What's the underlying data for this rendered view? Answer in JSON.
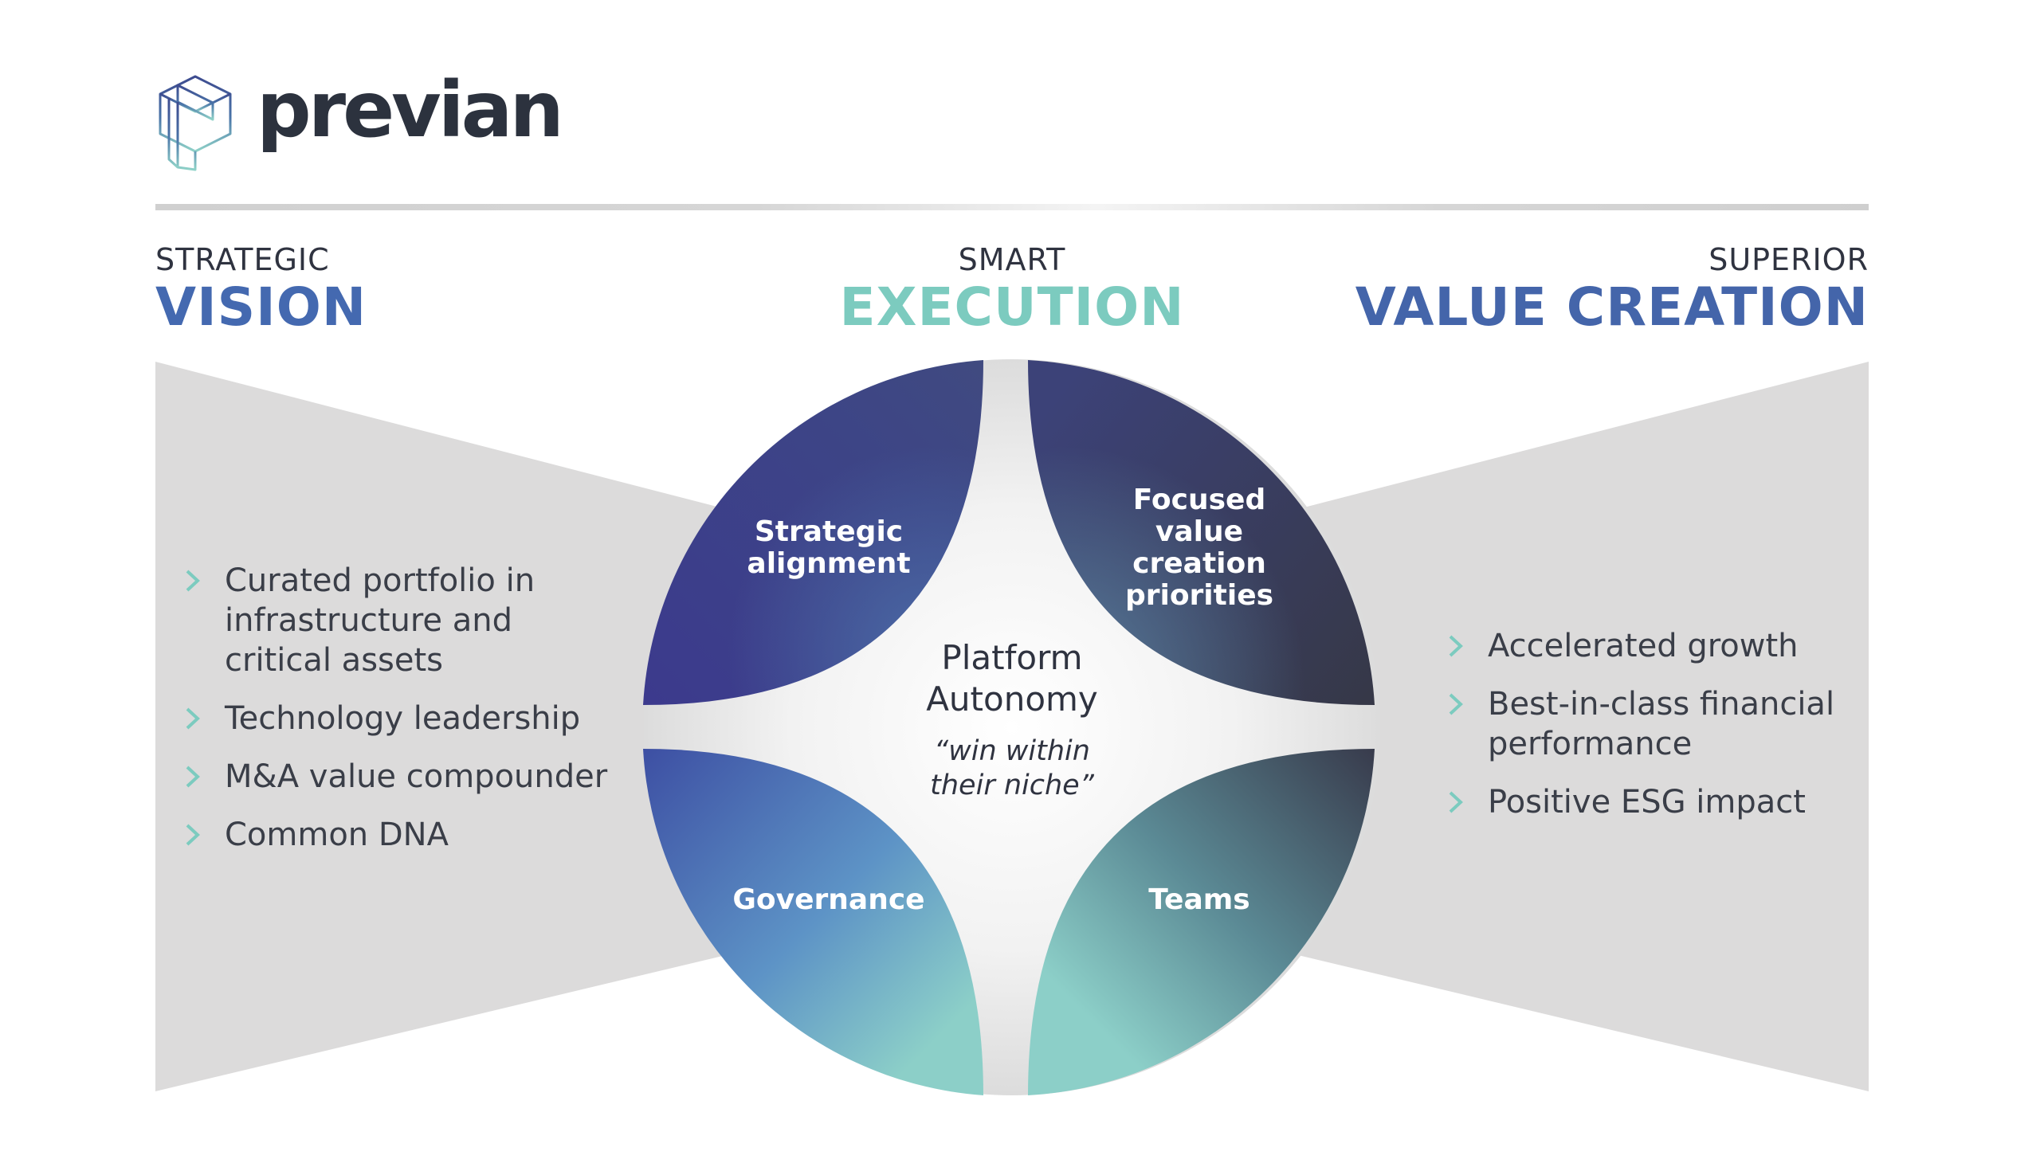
{
  "brand": {
    "name": "previan"
  },
  "columns": {
    "left": {
      "small": "STRATEGIC",
      "big": "VISION"
    },
    "center": {
      "small": "SMART",
      "big": "EXECUTION"
    },
    "right": {
      "small": "SUPERIOR",
      "big": "VALUE CREATION"
    }
  },
  "left_list": [
    {
      "lines": [
        "Curated portfolio in",
        "infrastructure and",
        "critical assets"
      ]
    },
    {
      "lines": [
        "Technology leadership"
      ]
    },
    {
      "lines": [
        "M&A value compounder"
      ]
    },
    {
      "lines": [
        "Common DNA"
      ]
    }
  ],
  "right_list": [
    {
      "lines": [
        "Accelerated growth"
      ]
    },
    {
      "lines": [
        "Best-in-class financial",
        "performance"
      ]
    },
    {
      "lines": [
        "Positive ESG impact"
      ]
    }
  ],
  "quadrants": {
    "top_left": {
      "lines": [
        "Strategic",
        "alignment"
      ]
    },
    "top_right": {
      "lines": [
        "Focused",
        "value",
        "creation",
        "priorities"
      ]
    },
    "bottom_left": {
      "lines": [
        "Governance"
      ]
    },
    "bottom_right": {
      "lines": [
        "Teams"
      ]
    }
  },
  "center": {
    "title_lines": [
      "Platform",
      "Autonomy"
    ],
    "quote_lines": [
      "“win within",
      "their niche”"
    ]
  },
  "colors": {
    "vision": "#4469b0",
    "execution": "#7ccbbf",
    "value_creation": "#4465aa",
    "panel_gray": "#dcdbdb",
    "chevron": "#7ccbbf",
    "navy": "#3c3f8e",
    "dark_slate": "#383c4b",
    "teal": "#8ccfc8"
  },
  "icons": {
    "logo": "isometric-cube-logo-icon",
    "bullet": "chevron-right-icon"
  }
}
